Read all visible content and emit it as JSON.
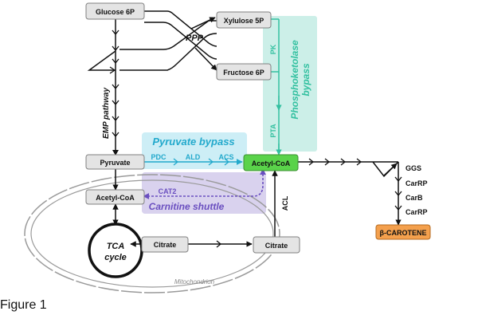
{
  "figure": {
    "caption": "Figure 1",
    "colors": {
      "node_fill": "#e4e4e4",
      "node_stroke": "#808080",
      "acetyl_coa_fill": "#5ad34a",
      "beta_carotene_fill": "#f4a04d",
      "pyruvate_bypass_box": "#cdeef6",
      "pyruvate_bypass_text": "#22a9cc",
      "carnitine_box": "#d9d2ee",
      "carnitine_text": "#6a4fc0",
      "phosphoketolase_box": "#ccefe8",
      "phosphoketolase_text": "#33c0a0",
      "arrows": "#111111"
    }
  },
  "nodes": {
    "glucose6p": "Glucose 6P",
    "xylulose5p": "Xylulose 5P",
    "fructose6p": "Fructose 6P",
    "pyruvate": "Pyruvate",
    "acetyl_coa_cyto": "Acetyl-CoA",
    "acetyl_coa_mito": "Acetyl-CoA",
    "citrate_mito": "Citrate",
    "citrate_cyto": "Citrate",
    "beta_carotene": "β-CAROTENE"
  },
  "labels": {
    "ppp": "PPP",
    "emp_pathway": "EMP pathway",
    "pyruvate_bypass": "Pyruvate bypass",
    "pdc": "PDC",
    "ald": "ALD",
    "acs": "ACS",
    "cat2": "CAT2",
    "carnitine_shuttle": "Carnitine shuttle",
    "pk": "PK",
    "pta": "PTA",
    "phosphoketolase_line1": "Phosphoketolase",
    "phosphoketolase_line2": "bypass",
    "acl": "ACL",
    "tca_line1": "TCA",
    "tca_line2": "cycle",
    "mitochondrion": "Mitochondrion",
    "ggs": "GGS",
    "carrp1": "CarRP",
    "carb": "CarB",
    "carrp2": "CarRP"
  }
}
